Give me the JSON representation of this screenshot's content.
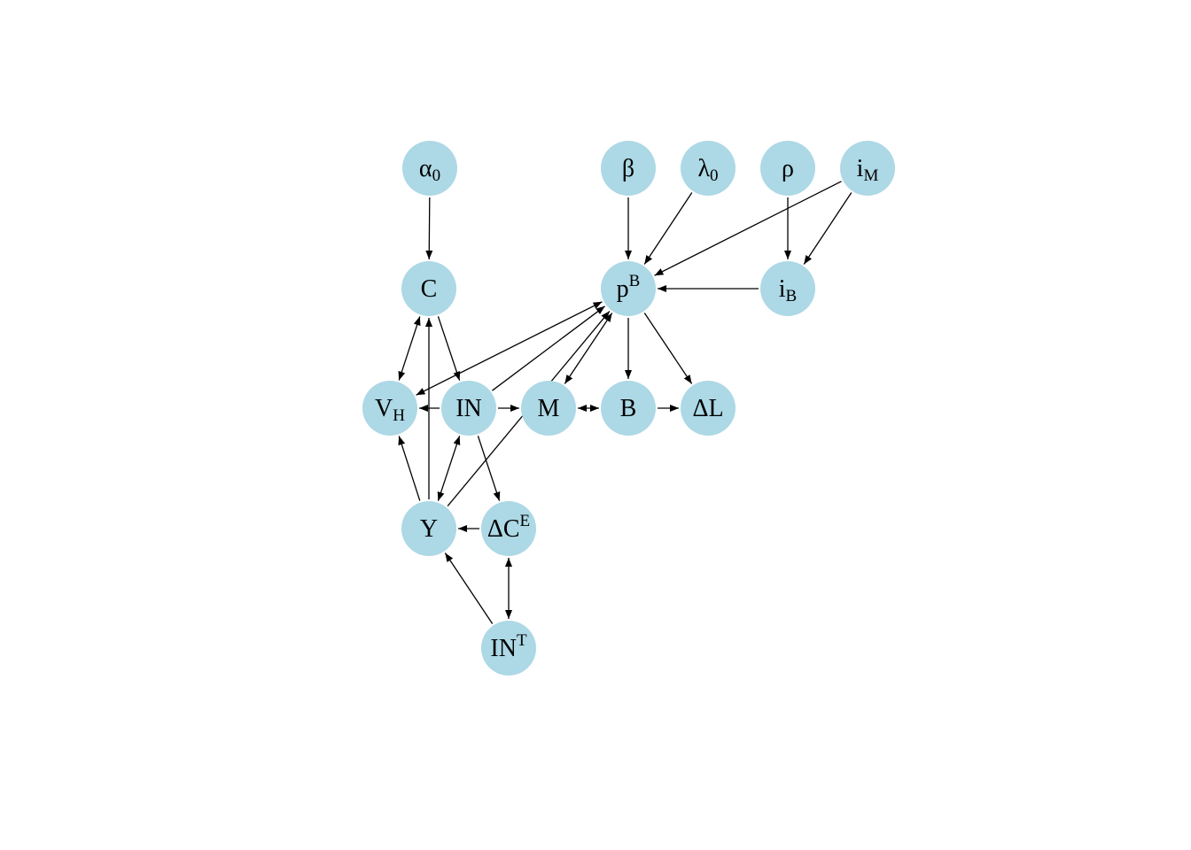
{
  "diagram": {
    "node_color": "#add8e6",
    "edge_color": "#000000",
    "nodes": [
      {
        "id": "alpha0",
        "base": "α",
        "sub": "0",
        "sup": ""
      },
      {
        "id": "beta",
        "base": "β",
        "sub": "",
        "sup": ""
      },
      {
        "id": "lambda0",
        "base": "λ",
        "sub": "0",
        "sup": ""
      },
      {
        "id": "rho",
        "base": "ρ",
        "sub": "",
        "sup": ""
      },
      {
        "id": "iM",
        "base": "i",
        "sub": "M",
        "sup": ""
      },
      {
        "id": "C",
        "base": "C",
        "sub": "",
        "sup": ""
      },
      {
        "id": "pB",
        "base": "p",
        "sub": "",
        "sup": "B"
      },
      {
        "id": "iB",
        "base": "i",
        "sub": "B",
        "sup": ""
      },
      {
        "id": "VH",
        "base": "V",
        "sub": "H",
        "sup": ""
      },
      {
        "id": "IN",
        "base": "IN",
        "sub": "",
        "sup": ""
      },
      {
        "id": "M",
        "base": "M",
        "sub": "",
        "sup": ""
      },
      {
        "id": "B",
        "base": "B",
        "sub": "",
        "sup": ""
      },
      {
        "id": "dL",
        "base": "ΔL",
        "sub": "",
        "sup": ""
      },
      {
        "id": "Y",
        "base": "Y",
        "sub": "",
        "sup": ""
      },
      {
        "id": "dCE",
        "base": "ΔC",
        "sub": "",
        "sup": "E"
      },
      {
        "id": "INT",
        "base": "IN",
        "sub": "",
        "sup": "T"
      }
    ],
    "edges": [
      {
        "from": "alpha0",
        "to": "C",
        "bidirectional": false
      },
      {
        "from": "beta",
        "to": "pB",
        "bidirectional": false
      },
      {
        "from": "lambda0",
        "to": "pB",
        "bidirectional": false
      },
      {
        "from": "iM",
        "to": "pB",
        "bidirectional": false
      },
      {
        "from": "rho",
        "to": "iB",
        "bidirectional": false
      },
      {
        "from": "iM",
        "to": "iB",
        "bidirectional": false
      },
      {
        "from": "iB",
        "to": "pB",
        "bidirectional": false
      },
      {
        "from": "C",
        "to": "VH",
        "bidirectional": true
      },
      {
        "from": "C",
        "to": "IN",
        "bidirectional": false
      },
      {
        "from": "pB",
        "to": "VH",
        "bidirectional": true
      },
      {
        "from": "IN",
        "to": "pB",
        "bidirectional": false
      },
      {
        "from": "pB",
        "to": "M",
        "bidirectional": true
      },
      {
        "from": "Y",
        "to": "pB",
        "bidirectional": false
      },
      {
        "from": "pB",
        "to": "B",
        "bidirectional": false
      },
      {
        "from": "pB",
        "to": "dL",
        "bidirectional": false
      },
      {
        "from": "IN",
        "to": "VH",
        "bidirectional": false
      },
      {
        "from": "IN",
        "to": "M",
        "bidirectional": false
      },
      {
        "from": "M",
        "to": "B",
        "bidirectional": true
      },
      {
        "from": "B",
        "to": "dL",
        "bidirectional": false
      },
      {
        "from": "Y",
        "to": "VH",
        "bidirectional": false
      },
      {
        "from": "Y",
        "to": "C",
        "bidirectional": false
      },
      {
        "from": "Y",
        "to": "IN",
        "bidirectional": true
      },
      {
        "from": "IN",
        "to": "dCE",
        "bidirectional": false
      },
      {
        "from": "dCE",
        "to": "Y",
        "bidirectional": false
      },
      {
        "from": "dCE",
        "to": "INT",
        "bidirectional": true
      },
      {
        "from": "INT",
        "to": "Y",
        "bidirectional": false
      }
    ]
  }
}
